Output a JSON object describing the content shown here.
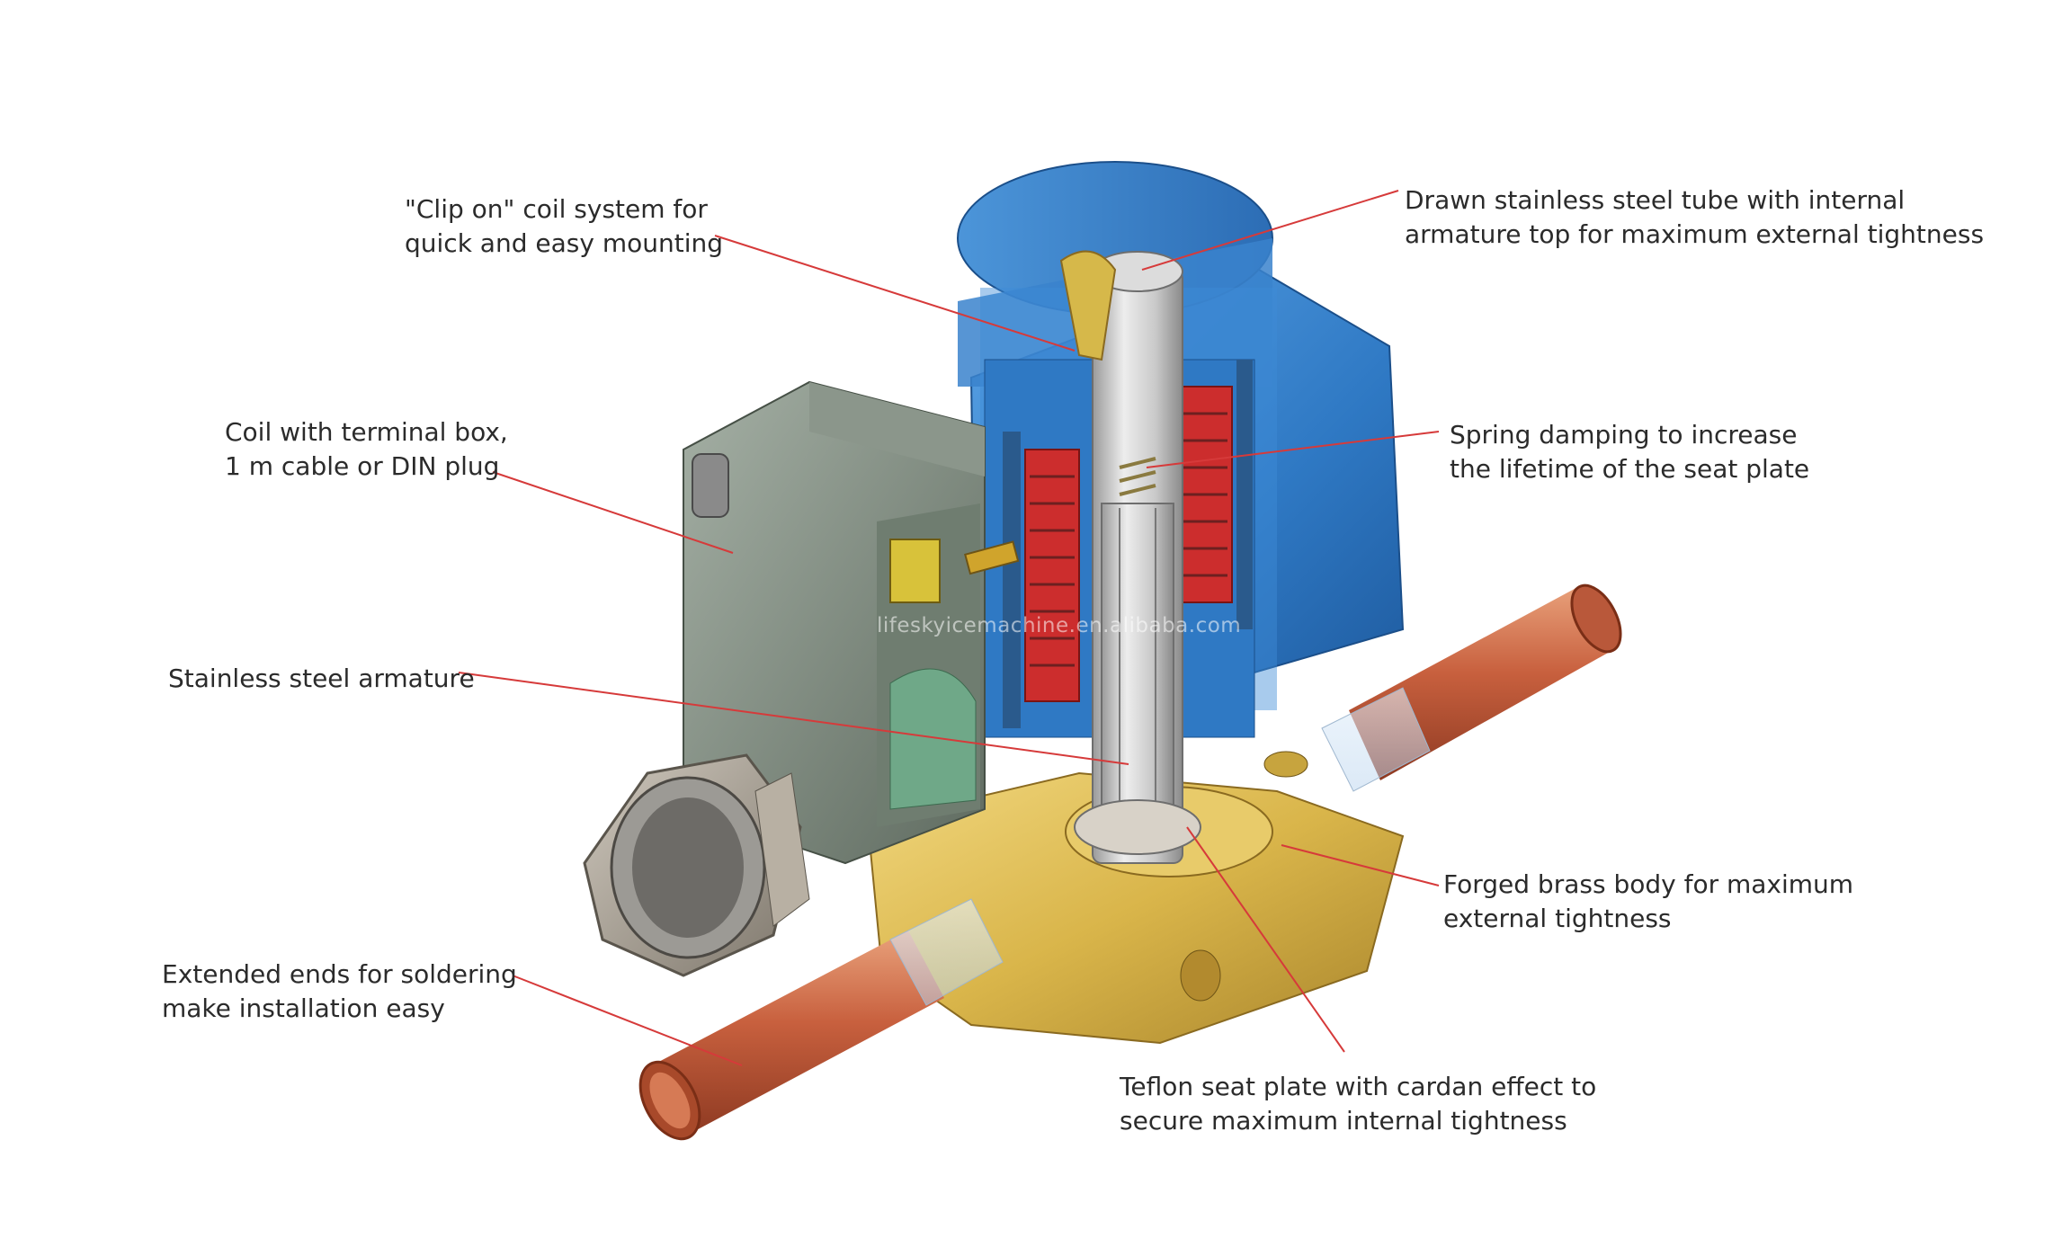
{
  "callouts": [
    {
      "id": "clip-on-coil",
      "lines": [
        "\"Clip on\" coil system for",
        "quick and easy mounting"
      ]
    },
    {
      "id": "coil-terminal-box",
      "lines": [
        "Coil with terminal box,",
        "1 m cable or DIN plug"
      ]
    },
    {
      "id": "stainless-armature",
      "lines": [
        "Stainless steel armature"
      ]
    },
    {
      "id": "extended-ends",
      "lines": [
        "Extended ends for soldering",
        "make installation easy"
      ]
    },
    {
      "id": "drawn-tube",
      "lines": [
        "Drawn stainless steel tube with internal",
        "armature top for maximum external tightness"
      ]
    },
    {
      "id": "spring-damping",
      "lines": [
        "Spring damping to increase",
        "the lifetime of the seat plate"
      ]
    },
    {
      "id": "forged-brass-body",
      "lines": [
        "Forged brass body for maximum",
        "external tightness"
      ]
    },
    {
      "id": "teflon-seat-plate",
      "lines": [
        "Teflon seat plate with cardan effect to",
        "secure maximum internal tightness"
      ]
    }
  ],
  "watermark": "lifeskyicemachine.en.alibaba.com",
  "colors": {
    "leader_line": "#d63a3a",
    "coil_blue": "#2f79c4",
    "brass": "#d9b54a",
    "copper": "#c8603e",
    "terminal_box": "#7d8a7e"
  }
}
